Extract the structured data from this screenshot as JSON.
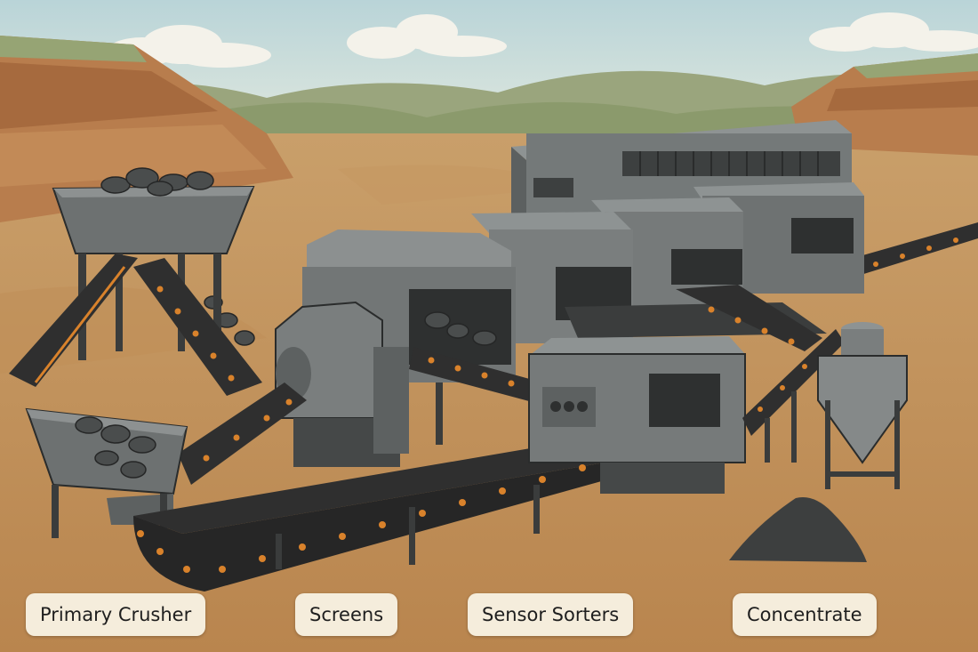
{
  "labels": {
    "primary_crusher": "Primary Crusher",
    "screens": "Screens",
    "sensor_sorters": "Sensor Sorters",
    "concentrate": "Concentrate"
  },
  "colors": {
    "sky": "#d8e6e6",
    "ground": "#c8955e",
    "machine": "#6e7272",
    "conveyor_belt": "#2f2f2f",
    "roller_accent": "#d9822b",
    "label_background": "#f5eddc"
  }
}
